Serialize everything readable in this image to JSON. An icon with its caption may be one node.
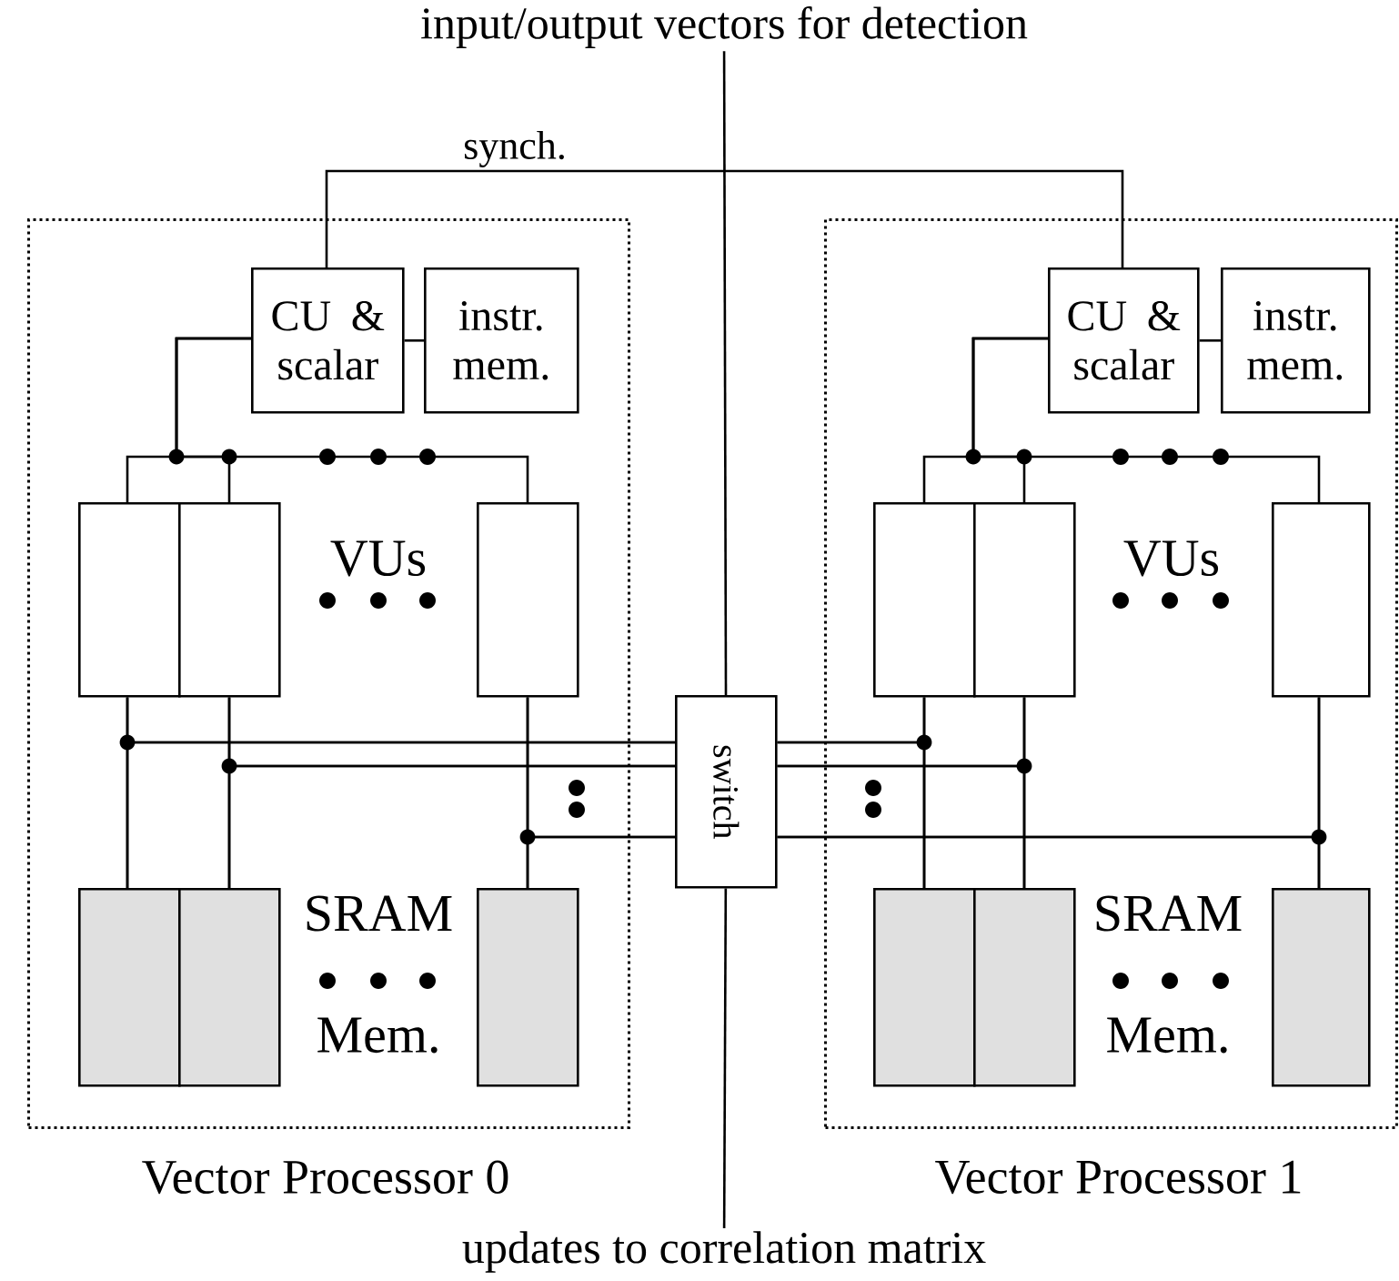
{
  "diagram": {
    "nodes": [
      {
        "text": [
          "input/output vectors for detection"
        ]
      },
      {
        "text": [
          "Vector Processor 0"
        ]
      },
      {
        "text": [
          "CU & scalar"
        ],
        "in": 1
      },
      {
        "text": [
          "instr. mem."
        ],
        "in": 1
      },
      {
        "text": [],
        "shape": "box",
        "in": 1
      },
      {
        "text": [],
        "shape": "box",
        "in": 1
      },
      {
        "text": [],
        "shape": "box",
        "in": 1
      },
      {
        "text": [],
        "shape": "box",
        "in": 1
      },
      {
        "text": [],
        "shape": "box",
        "in": 1
      },
      {
        "text": [],
        "shape": "box",
        "in": 1
      },
      {
        "text": [
          "Vector Processor 1"
        ]
      },
      {
        "text": [
          "CU & scalar"
        ],
        "in": 10
      },
      {
        "text": [
          "instr. mem."
        ],
        "in": 10
      },
      {
        "text": [],
        "shape": "box",
        "in": 10
      },
      {
        "text": [],
        "shape": "box",
        "in": 10
      },
      {
        "text": [],
        "shape": "box",
        "in": 10
      },
      {
        "text": [],
        "shape": "box",
        "in": 10
      },
      {
        "text": [],
        "shape": "box",
        "in": 10
      },
      {
        "text": [],
        "shape": "box",
        "in": 10
      },
      {
        "text": [
          "switch"
        ]
      },
      {
        "text": [
          "updates to correlation matrix"
        ]
      }
    ],
    "edges": [
      {
        "from": 0,
        "to": 19,
        "arrow": "none"
      },
      {
        "from": 19,
        "to": 20,
        "arrow": "none"
      },
      {
        "from": 2,
        "to": 11,
        "arrow": "none",
        "label": "synch."
      },
      {
        "from": 2,
        "to": 3,
        "arrow": "none"
      },
      {
        "from": 11,
        "to": 12,
        "arrow": "none"
      },
      {
        "from": 2,
        "to": 4,
        "arrow": "none"
      },
      {
        "from": 2,
        "to": 5,
        "arrow": "none"
      },
      {
        "from": 2,
        "to": 6,
        "arrow": "none"
      },
      {
        "from": 11,
        "to": 13,
        "arrow": "none"
      },
      {
        "from": 11,
        "to": 14,
        "arrow": "none"
      },
      {
        "from": 11,
        "to": 15,
        "arrow": "none"
      },
      {
        "from": 4,
        "to": 7,
        "arrow": "none"
      },
      {
        "from": 5,
        "to": 8,
        "arrow": "none"
      },
      {
        "from": 6,
        "to": 9,
        "arrow": "none"
      },
      {
        "from": 13,
        "to": 16,
        "arrow": "none"
      },
      {
        "from": 14,
        "to": 17,
        "arrow": "none"
      },
      {
        "from": 15,
        "to": 18,
        "arrow": "none"
      },
      {
        "from": 4,
        "to": 19,
        "arrow": "none"
      },
      {
        "from": 5,
        "to": 19,
        "arrow": "none"
      },
      {
        "from": 6,
        "to": 19,
        "arrow": "none"
      },
      {
        "from": 13,
        "to": 19,
        "arrow": "none"
      },
      {
        "from": 14,
        "to": 19,
        "arrow": "none"
      },
      {
        "from": 15,
        "to": 19,
        "arrow": "none"
      },
      {
        "from": 7,
        "to": 19,
        "arrow": "none"
      },
      {
        "from": 8,
        "to": 19,
        "arrow": "none"
      },
      {
        "from": 9,
        "to": 19,
        "arrow": "none"
      },
      {
        "from": 16,
        "to": 19,
        "arrow": "none"
      },
      {
        "from": 17,
        "to": 19,
        "arrow": "none"
      },
      {
        "from": 18,
        "to": 19,
        "arrow": "none"
      }
    ],
    "labels": [
      "VUs",
      "VUs",
      "SRAM",
      "SRAM",
      "Mem.",
      "Mem."
    ]
  }
}
